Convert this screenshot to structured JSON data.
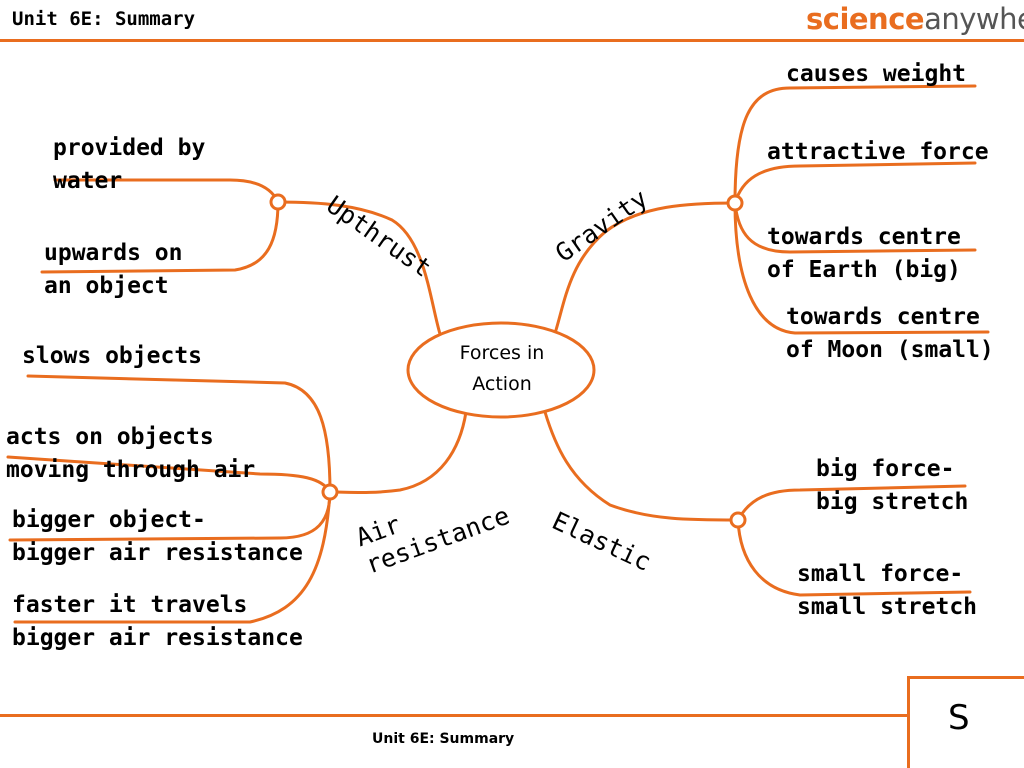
{
  "header": {
    "title": "Unit 6E: Summary",
    "logo_part1": "science",
    "logo_part2": "anywhere"
  },
  "colors": {
    "accent": "#e96d1f",
    "logo_grey": "#555555"
  },
  "center": {
    "line1": "Forces in",
    "line2": "Action"
  },
  "branches": {
    "upthrust": "Upthrust",
    "gravity": "Gravity",
    "air_resistance": "Air\nresistance",
    "elastic": "Elastic"
  },
  "leaves": {
    "provided_by_water": "provided by\nwater",
    "upwards_on_object": "upwards on\nan object",
    "causes_weight": "causes weight",
    "attractive_force": "attractive force",
    "towards_earth": "towards centre\nof Earth (big)",
    "towards_moon": "towards centre\nof Moon (small)",
    "slows_objects": "slows objects",
    "acts_on_objects": "acts on objects\nmoving through air",
    "bigger_object": "bigger object-\nbigger air resistance",
    "faster_travels": "faster it travels\nbigger air resistance",
    "big_force": "big force-\nbig stretch",
    "small_force": "small force-\nsmall stretch"
  },
  "footer": {
    "text": "Unit 6E: Summary",
    "corner_letter": "S"
  }
}
